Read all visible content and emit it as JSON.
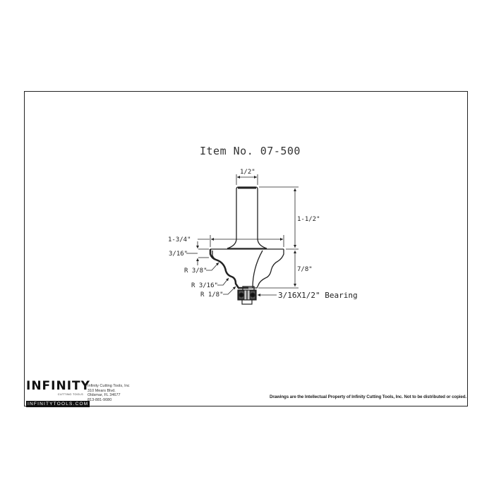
{
  "drawing": {
    "title": "Item No. 07-500",
    "dimensions": {
      "shank_diameter": "1/2\"",
      "shank_length": "1-1/2\"",
      "cutting_diameter": "1-3/4\"",
      "top_fillet": "3/16\"",
      "cutting_height": "7/8\"",
      "radius_large": "R 3/8\"",
      "radius_medium": "R 3/16\"",
      "radius_small": "R 1/8\"",
      "bearing": "3/16X1/2\" Bearing"
    },
    "line_color": "#222222"
  },
  "footer": {
    "logo": {
      "brand": "INFINITY",
      "tagline": "CUTTING TOOLS",
      "url": "INFINITYTOOLS.COM"
    },
    "address": {
      "company": "Infinity Cutting Tools, Inc",
      "street": "310 Mears Blvd.",
      "city": "Oldsmar, FL  34677",
      "phone": "813-881-9080"
    },
    "notice": "Drawings are the Intellectual Property of Infinity Cutting Tools, Inc. Not to be distributed or copied."
  }
}
